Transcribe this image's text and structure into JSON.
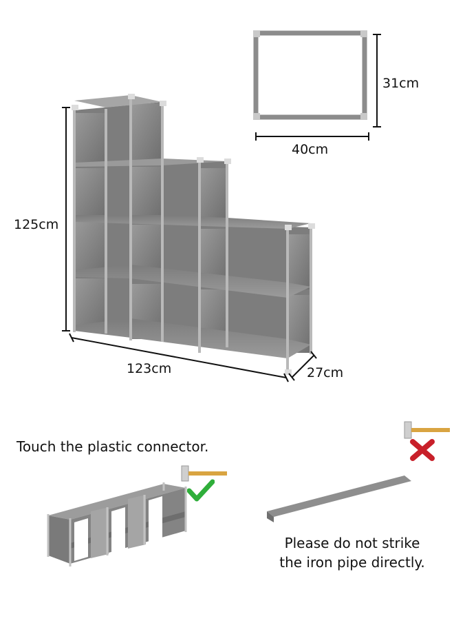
{
  "dimensions": {
    "depth_frame": "31cm",
    "width_frame": "40cm",
    "height": "125cm",
    "width": "123cm",
    "depth": "27cm"
  },
  "instructions": {
    "do_text": "Touch the plastic connector.",
    "dont_line1": "Please do not strike",
    "dont_line2": "the iron pipe directly."
  },
  "icons": {
    "hammer": "hammer-icon",
    "check": "check-icon",
    "cross": "cross-icon"
  },
  "colors": {
    "panel": "#8a8a8a",
    "frame": "#b8b8b8",
    "check": "#2fae3a",
    "cross": "#c8202a",
    "hammer_handle": "#d9a441",
    "hammer_head": "#c8c8c8"
  }
}
